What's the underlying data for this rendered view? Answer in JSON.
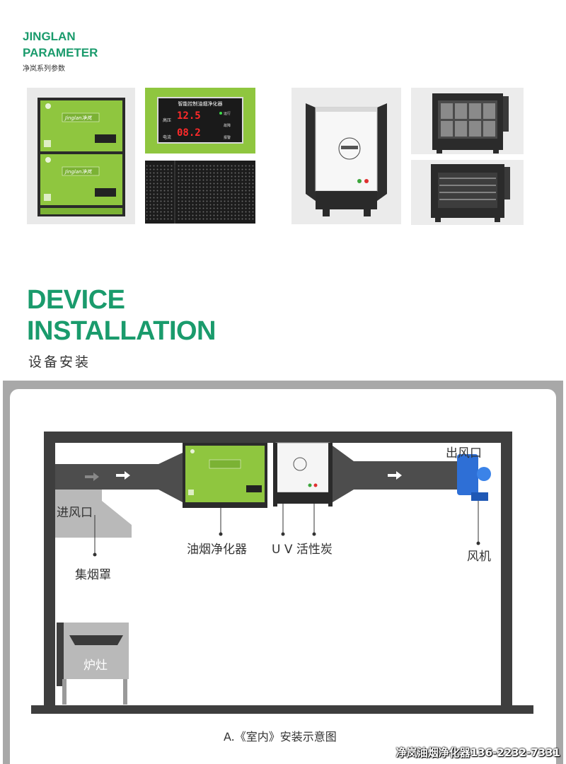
{
  "header": {
    "brand_line1": "JINGLAN",
    "brand_line2": "PARAMETER",
    "subtitle": "净岚系列参数"
  },
  "panel": {
    "title": "智能控制油烟净化器",
    "voltage_label": "高压",
    "voltage_value": "12.5",
    "current_label": "电流",
    "current_value": "08.2",
    "run_label": "运行",
    "fault_label": "故障",
    "alarm_label": "报警"
  },
  "product": {
    "logo": "Jinglan净岚"
  },
  "installation": {
    "title_line1": "DEVICE",
    "title_line2": "INSTALLATION",
    "subtitle": "设备安装"
  },
  "diagram": {
    "inlet": "进风口",
    "hood": "集烟罩",
    "purifier": "油烟净化器",
    "uv": "U V 活性炭",
    "outlet": "出风口",
    "fan": "风机",
    "stove": "炉灶",
    "caption": "A.《室内》安装示意图"
  },
  "watermark": "净岚油烟净化器136-2232-7331",
  "colors": {
    "brand_green": "#1a9b6c",
    "device_green": "#8fc63f",
    "duct": "#4a4a4a",
    "fan_blue": "#2e6fd6"
  }
}
